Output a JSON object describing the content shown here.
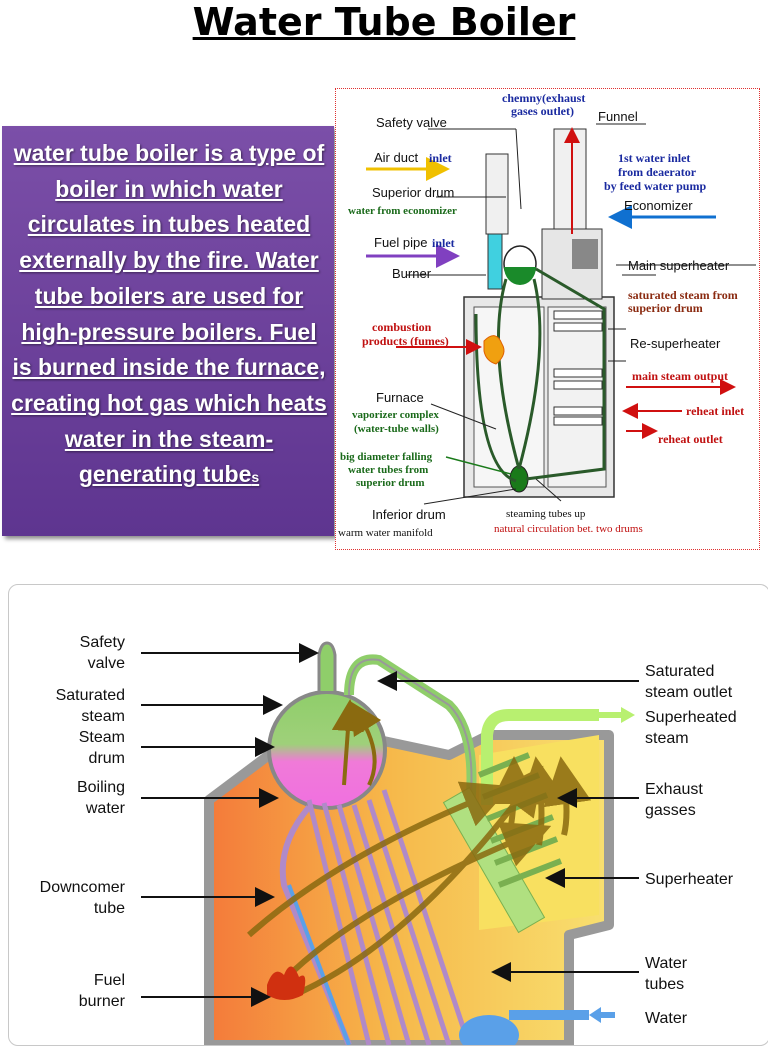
{
  "title": "Water Tube Boiler",
  "description": {
    "main": "water tube boiler is a type of boiler in which water circulates in tubes heated externally by the fire. Water tube boilers are used for high-pressure boilers. Fuel is burned inside the furnace, creating hot gas which heats water in the steam-generating tube",
    "suffix": "s"
  },
  "top_diagram": {
    "labels": {
      "safety_valve": "Safety valve",
      "chimney_1": "chemny(exhaust",
      "chimney_2": "gases outlet)",
      "funnel": "Funnel",
      "air_duct": "Air duct",
      "air_duct_inlet": "inlet",
      "first_water_1": "1st water inlet",
      "first_water_2": "from deaerator",
      "first_water_3": "by feed water pump",
      "superior_drum": "Superior drum",
      "water_from_economizer": "water from economizer",
      "economizer": "Economizer",
      "fuel_pipe": "Fuel pipe",
      "fuel_pipe_inlet": "inlet",
      "burner": "Burner",
      "main_superheater": "Main superheater",
      "saturated_1": "saturated steam from",
      "saturated_2": "superior drum",
      "combustion_1": "combustion",
      "combustion_2": "products (fumes)",
      "re_superheater": "Re-superheater",
      "main_steam_output": "main steam output",
      "furnace": "Furnace",
      "vaporizer_1": "vaporizer complex",
      "vaporizer_2": "(water-tube walls)",
      "reheat_inlet": "reheat inlet",
      "reheat_outlet": "reheat outlet",
      "falling_1": "big diameter falling",
      "falling_2": "water tubes from",
      "falling_3": "superior drum",
      "inferior_drum": "Inferior drum",
      "steaming_tubes": "steaming tubes up",
      "warm_water": "warm water manifold",
      "natural_circ": "natural circulation bet. two drums"
    }
  },
  "bottom_diagram": {
    "labels": {
      "safety_1": "Safety",
      "safety_2": "valve",
      "saturated_steam_1": "Saturated",
      "saturated_steam_2": "steam",
      "steam_drum_1": "Steam",
      "steam_drum_2": "drum",
      "boiling_1": "Boiling",
      "boiling_2": "water",
      "downcomer_1": "Downcomer",
      "downcomer_2": "tube",
      "fuel_1": "Fuel",
      "fuel_2": "burner",
      "sat_outlet_1": "Saturated",
      "sat_outlet_2": "steam outlet",
      "superheated_1": "Superheated",
      "superheated_2": "steam",
      "exhaust_1": "Exhaust",
      "exhaust_2": "gasses",
      "superheater": "Superheater",
      "water_tubes_1": "Water",
      "water_tubes_2": "tubes",
      "water": "Water"
    }
  }
}
